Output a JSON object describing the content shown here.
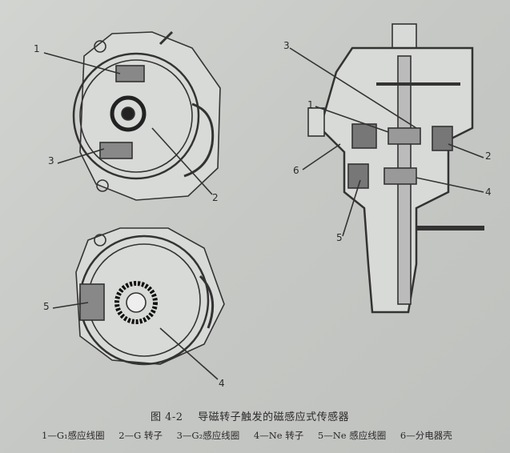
{
  "figure": {
    "number": "图 4-2",
    "title": "导磁转子触发的磁感应式传感器",
    "legend": [
      "1—G₁感应线圈",
      "2—G 转子",
      "3—G₂感应线圈",
      "4—Ne 转子",
      "5—Ne 感应线圈",
      "6—分电器壳"
    ]
  },
  "callouts": {
    "top_left": [
      "1",
      "3",
      "2"
    ],
    "bottom_left": [
      "5",
      "4"
    ],
    "right": [
      "3",
      "1",
      "6",
      "2",
      "4",
      "5"
    ]
  }
}
